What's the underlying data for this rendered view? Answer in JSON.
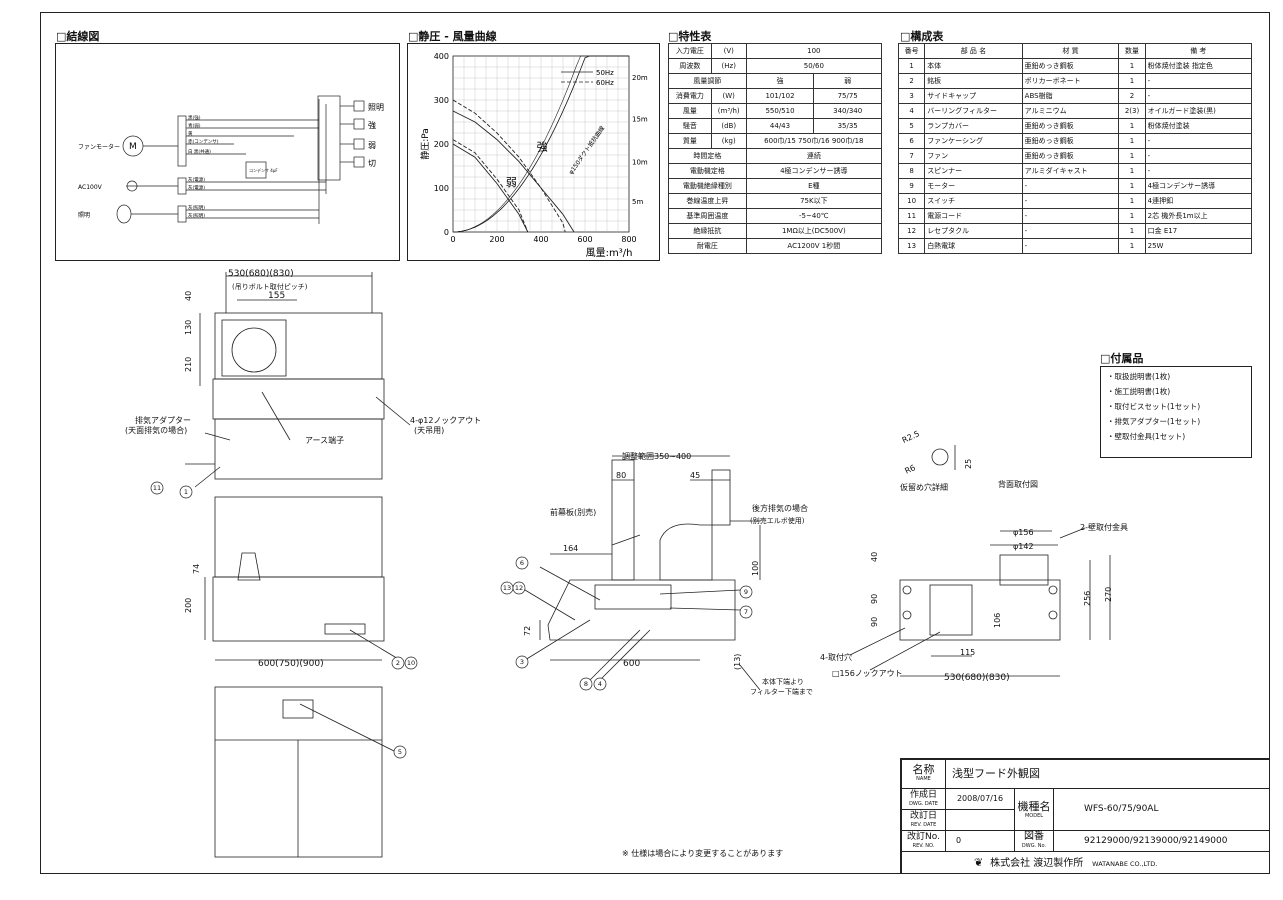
{
  "sections": {
    "wiring": "□結線図",
    "curve": "□静圧 - 風量曲線",
    "spec": "□特性表",
    "components": "□構成表",
    "accessories": "□付属品"
  },
  "wiring": {
    "fan_motor": "ファンモーター",
    "motor_symbol": "M",
    "ac": "AC100V",
    "light": "照明",
    "switch_labels": [
      "照明",
      "強",
      "弱",
      "切"
    ],
    "wires": [
      "黒(強)",
      "青(弱)",
      "黄",
      "赤(コンデンサ)",
      "白 黒(共通)",
      "灰(電源)",
      "灰(電源)",
      "灰(照明)",
      "灰(照明)"
    ],
    "capacitor": "コンデンサ 4μF"
  },
  "chart_data": {
    "type": "line",
    "xlabel": "風量:m³/h",
    "ylabel": "静圧:Pa",
    "xlim": [
      0,
      800
    ],
    "ylim": [
      0,
      400
    ],
    "x_ticks": [
      "0",
      "200",
      "400",
      "600",
      "800"
    ],
    "y_ticks": [
      "400",
      "300",
      "200",
      "100",
      "0"
    ],
    "legend": [
      "50Hz",
      "60Hz"
    ],
    "labels": {
      "strong": "強",
      "weak": "弱",
      "duct": "φ150ダクト抵抗曲線"
    },
    "duct_lengths": [
      "20m",
      "15m",
      "10m",
      "5m"
    ],
    "series": [
      {
        "name": "50Hz",
        "mode": "強",
        "x": [
          0,
          100,
          200,
          300,
          400,
          500,
          550
        ],
        "y": [
          275,
          250,
          210,
          160,
          100,
          40,
          0
        ]
      },
      {
        "name": "60Hz",
        "mode": "強",
        "x": [
          0,
          100,
          200,
          300,
          400,
          500,
          510
        ],
        "y": [
          300,
          270,
          225,
          170,
          100,
          20,
          0
        ]
      },
      {
        "name": "50Hz",
        "mode": "弱",
        "x": [
          0,
          100,
          200,
          300,
          340
        ],
        "y": [
          200,
          170,
          110,
          40,
          0
        ]
      },
      {
        "name": "60Hz",
        "mode": "弱",
        "x": [
          0,
          100,
          200,
          300,
          340
        ],
        "y": [
          210,
          180,
          120,
          50,
          0
        ]
      }
    ]
  },
  "spec": {
    "rows": [
      [
        "入力電圧",
        "(V)",
        "100",
        ""
      ],
      [
        "周波数",
        "(Hz)",
        "50/60",
        ""
      ],
      [
        "風量調節",
        "",
        "強",
        "弱"
      ],
      [
        "消費電力",
        "(W)",
        "101/102",
        "75/75"
      ],
      [
        "風量",
        "(m³/h)",
        "550/510",
        "340/340"
      ],
      [
        "騒音",
        "(dB)",
        "44/43",
        "35/35"
      ],
      [
        "質量",
        "(kg)",
        "600巾/15 750巾/16 900巾/18",
        ""
      ],
      [
        "時間定格",
        "",
        "連続",
        ""
      ],
      [
        "電動機定格",
        "",
        "4極コンデンサー誘導",
        ""
      ],
      [
        "電動機絶縁種別",
        "",
        "E種",
        ""
      ],
      [
        "巻線温度上昇",
        "",
        "75K以下",
        ""
      ],
      [
        "基準周囲温度",
        "",
        "-5~40℃",
        ""
      ],
      [
        "絶縁抵抗",
        "",
        "1MΩ以上(DC500V)",
        ""
      ],
      [
        "耐電圧",
        "",
        "AC1200V 1秒間",
        ""
      ]
    ]
  },
  "components": {
    "headers": [
      "番号",
      "部 品 名",
      "材 質",
      "数量",
      "備 考"
    ],
    "rows": [
      [
        "1",
        "本体",
        "亜鉛めっき鋼板",
        "1",
        "粉体焼付塗装 指定色"
      ],
      [
        "2",
        "銘板",
        "ポリカーボネート",
        "1",
        "-"
      ],
      [
        "3",
        "サイドキャップ",
        "ABS樹脂",
        "2",
        "-"
      ],
      [
        "4",
        "バーリングフィルター",
        "アルミニウム",
        "2(3)",
        "オイルガード塗装(黒)"
      ],
      [
        "5",
        "ランプカバー",
        "亜鉛めっき鋼板",
        "1",
        "粉体焼付塗装"
      ],
      [
        "6",
        "ファンケーシング",
        "亜鉛めっき鋼板",
        "1",
        "-"
      ],
      [
        "7",
        "ファン",
        "亜鉛めっき鋼板",
        "1",
        "-"
      ],
      [
        "8",
        "スピンナー",
        "アルミダイキャスト",
        "1",
        "-"
      ],
      [
        "9",
        "モーター",
        "-",
        "1",
        "4極コンデンサー誘導"
      ],
      [
        "10",
        "スイッチ",
        "-",
        "1",
        "4連押釦"
      ],
      [
        "11",
        "電源コード",
        "-",
        "1",
        "2芯 機外長1m以上"
      ],
      [
        "12",
        "レセプタクル",
        "-",
        "1",
        "口金 E17"
      ],
      [
        "13",
        "白熱電球",
        "-",
        "1",
        "25W"
      ]
    ]
  },
  "accessories": [
    "・取扱説明書(1枚)",
    "・施工説明書(1枚)",
    "・取付ビスセット(1セット)",
    "・排気アダプター(1セット)",
    "・壁取付金具(1セット)"
  ],
  "drawing": {
    "dim_width_top": "530(680)(830)",
    "pitch": "(吊りボルト取付ピッチ)",
    "d155": "155",
    "d40": "40",
    "d130": "130",
    "d210": "210",
    "adapter": "排気アダプター",
    "adapter2": "(天面排気の場合)",
    "knock": "4-φ12ノックアウト",
    "knock2": "(天吊用)",
    "earth": "アース端子",
    "d74": "74",
    "d200": "200",
    "front_width": "600(750)(900)",
    "adjust": "調整範囲350~400",
    "d80": "80",
    "d45": "45",
    "panel": "前幕板(別売)",
    "rear": "後方排気の場合",
    "rear2": "(別売エルボ使用)",
    "d164": "164",
    "d100": "100",
    "d72": "72",
    "side600": "600",
    "d13": "(13)",
    "bottom_note": "本体下端より",
    "bottom_note2": "フィルター下端まで",
    "r25": "R2.5",
    "r6": "R6",
    "d25": "25",
    "hole": "仮留め穴詳細",
    "back": "背面取付図",
    "phi156": "φ156",
    "phi142": "φ142",
    "bracket": "2-壁取付金具",
    "b40": "40",
    "b90a": "90",
    "b90b": "90",
    "b106": "106",
    "b256": "256",
    "b270": "270",
    "b115": "115",
    "mount": "4-取付穴",
    "knock156": "□156ノックアウト",
    "back_width": "530(680)(830)",
    "balloons": [
      "1",
      "2",
      "3",
      "4",
      "5",
      "6",
      "7",
      "8",
      "9",
      "10",
      "11",
      "12",
      "13"
    ]
  },
  "note": "※ 仕様は場合により変更することがあります",
  "title_block": {
    "name_label": "名称",
    "name_en": "NAME",
    "title": "浅型フード外観図",
    "date_label": "作成日",
    "date_en": "DWG. DATE",
    "date": "2008/07/16",
    "rev_date_label": "改訂日",
    "rev_date_en": "REV. DATE",
    "model_label": "機種名",
    "model_en": "MODEL",
    "model": "WFS-60/75/90AL",
    "rev_no_label": "改訂No.",
    "rev_no_en": "REV. NO.",
    "rev_no": "0",
    "dwg_label": "図番",
    "dwg_en": "DWG. No.",
    "dwg": "92129000/92139000/92149000",
    "company": "株式会社 渡辺製作所",
    "company_en": "WATANABE CO.,LTD."
  }
}
